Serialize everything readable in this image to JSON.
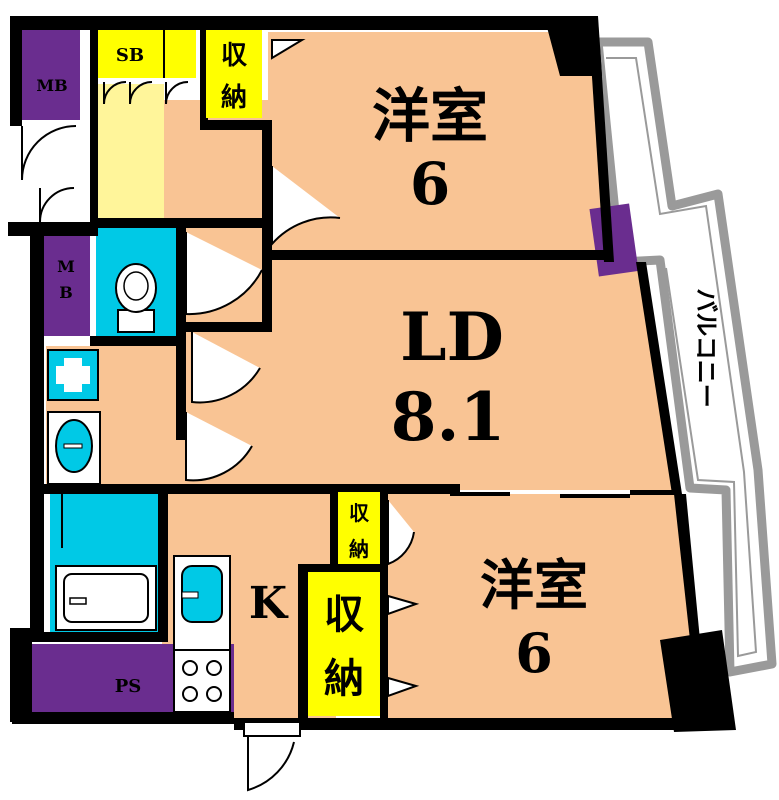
{
  "colors": {
    "room_floor": "#F9C494",
    "wall": "#000000",
    "closet_label_bg": "#FFFF00",
    "meter_box": "#6A2D8F",
    "wet_area": "#00C9E6",
    "sb_floor": "#FFF59A",
    "balcony_fill": "#FFFFFF",
    "balcony_border": "#9A9A9A"
  },
  "rooms": {
    "western_room_top": {
      "label": "洋室",
      "size": "6"
    },
    "living_dining": {
      "label": "LD",
      "size": "8.1"
    },
    "western_room_bottom": {
      "label": "洋室",
      "size": "6"
    },
    "kitchen": {
      "label": "K"
    }
  },
  "storage": {
    "closet_top": "収納",
    "closet_middle": "収納",
    "closet_bottom": "収納",
    "shoe_box": "SB"
  },
  "meters": {
    "mb_top": "MB",
    "mb_mid": "MB",
    "ps": "PS"
  },
  "balcony": {
    "label": "バルコニー"
  },
  "fixtures": [
    "toilet-icon",
    "washbasin-icon",
    "bathtub-icon",
    "sink-icon",
    "stove-icon",
    "washing-machine-pan-icon"
  ]
}
